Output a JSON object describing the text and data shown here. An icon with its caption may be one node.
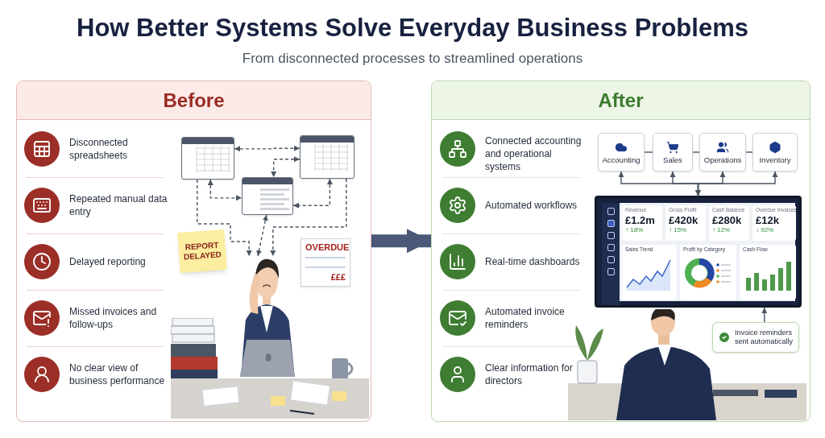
{
  "diagram": {
    "title": "How Better Systems Solve Everyday Business Problems",
    "nodes": [
      {
        "text": [
          "Before"
        ]
      },
      {
        "text": [
          "After"
        ]
      },
      {
        "text": [],
        "shape": "box",
        "in": 0
      },
      {
        "text": [],
        "shape": "box",
        "in": 0
      },
      {
        "text": [],
        "shape": "box",
        "in": 0
      },
      {
        "text": [],
        "shape": "person",
        "in": 0
      },
      {
        "text": [
          "REPORT DELAYED"
        ],
        "in": 0
      },
      {
        "text": [
          "OVERDUE",
          "£££"
        ],
        "in": 0
      },
      {
        "text": [
          "Accounting"
        ],
        "in": 1
      },
      {
        "text": [
          "Sales"
        ],
        "in": 1
      },
      {
        "text": [
          "Operations"
        ],
        "in": 1
      },
      {
        "text": [
          "Inventory"
        ],
        "in": 1
      },
      {
        "text": [],
        "shape": "box",
        "in": 1
      },
      {
        "text": [
          "Revenue",
          "£1.2m",
          "↑ 18%"
        ],
        "in": 12
      },
      {
        "text": [
          "Gross Profit",
          "£420k",
          "↑ 15%"
        ],
        "in": 12
      },
      {
        "text": [
          "Cash Balance",
          "£280k",
          "↑ 12%"
        ],
        "in": 12
      },
      {
        "text": [
          "Overdue Invoices",
          "£12k",
          "↓ 92%"
        ],
        "in": 12
      },
      {
        "text": [
          "Sales Trend"
        ],
        "in": 12
      },
      {
        "text": [
          "Profit by Category"
        ],
        "in": 12
      },
      {
        "text": [
          "Cash Flow"
        ],
        "in": 12
      },
      {
        "text": [
          "Invoice reminders sent automatically"
        ],
        "in": 1
      }
    ],
    "edges": [
      {
        "from": 0,
        "to": 1,
        "arrow": "to",
        "style": "thick",
        "color": "#4b5878"
      },
      {
        "from": 2,
        "to": 3,
        "arrow": "both",
        "style": "dashed"
      },
      {
        "from": 3,
        "to": 4,
        "arrow": "both",
        "style": "dashed"
      },
      {
        "from": 2,
        "to": 4,
        "arrow": "both",
        "style": "dashed"
      },
      {
        "from": 3,
        "to": 4,
        "arrow": "both",
        "style": "dashed"
      },
      {
        "from": 2,
        "to": 5,
        "arrow": "to",
        "style": "dashed"
      },
      {
        "from": 4,
        "to": 5,
        "arrow": "both",
        "style": "dashed"
      },
      {
        "from": 3,
        "to": 5,
        "arrow": "to",
        "style": "dashed"
      },
      {
        "from": 8,
        "to": 12,
        "arrow": "both"
      },
      {
        "from": 9,
        "to": 12,
        "arrow": "both"
      },
      {
        "from": 10,
        "to": 12,
        "arrow": "both"
      },
      {
        "from": 11,
        "to": 12,
        "arrow": "both"
      },
      {
        "from": 8,
        "to": 9,
        "arrow": "none"
      },
      {
        "from": 9,
        "to": 10,
        "arrow": "none"
      },
      {
        "from": 10,
        "to": 11,
        "arrow": "none"
      },
      {
        "from": 20,
        "to": 12,
        "arrow": "to"
      }
    ],
    "labels": [
      "From disconnected processes to streamlined operations",
      "Disconnected spreadsheets",
      "Repeated manual data entry",
      "Delayed reporting",
      "Missed invoices and follow-ups",
      "No clear view of business performance",
      "Connected accounting and operational systems",
      "Automated workflows",
      "Real-time dashboards",
      "Automated invoice reminders",
      "Clear information for directors"
    ]
  }
}
